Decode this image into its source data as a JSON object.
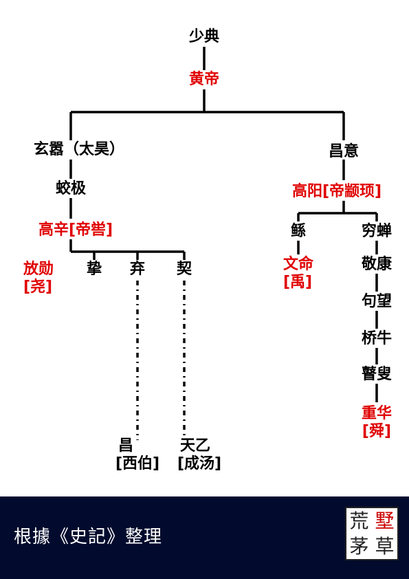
{
  "nodes": {
    "shaodian": "少典",
    "huangdi": "黄帝",
    "xuanxiao": "玄嚣（太昊）",
    "changyi": "昌意",
    "jiaoji": "蛟极",
    "gaoyang": "高阳[帝颛顼]",
    "gaoxin": "高辛[帝喾]",
    "gun": "鲧",
    "qiongchan": "穷蝉",
    "fangxun": "放勋",
    "fangxun_alias": "[尧]",
    "zhi": "挚",
    "qi": "弃",
    "xie": "契",
    "wenming": "文命",
    "wenming_alias": "[禹]",
    "jingkang": "敬康",
    "juwang": "句望",
    "qiaoniu": "桥牛",
    "gusou": "瞽叟",
    "chonghua": "重华",
    "chonghua_alias": "[舜]",
    "chang": "昌",
    "chang_alias": "[西伯]",
    "tianyi": "天乙",
    "tianyi_alias": "[成汤]"
  },
  "footer": {
    "caption": "根據《史記》整理",
    "seal": [
      "荒",
      "墅",
      "茅",
      "草"
    ]
  },
  "colors": {
    "emperor": "#e00000",
    "line": "#000000",
    "footer_bg": "#020b2d"
  }
}
